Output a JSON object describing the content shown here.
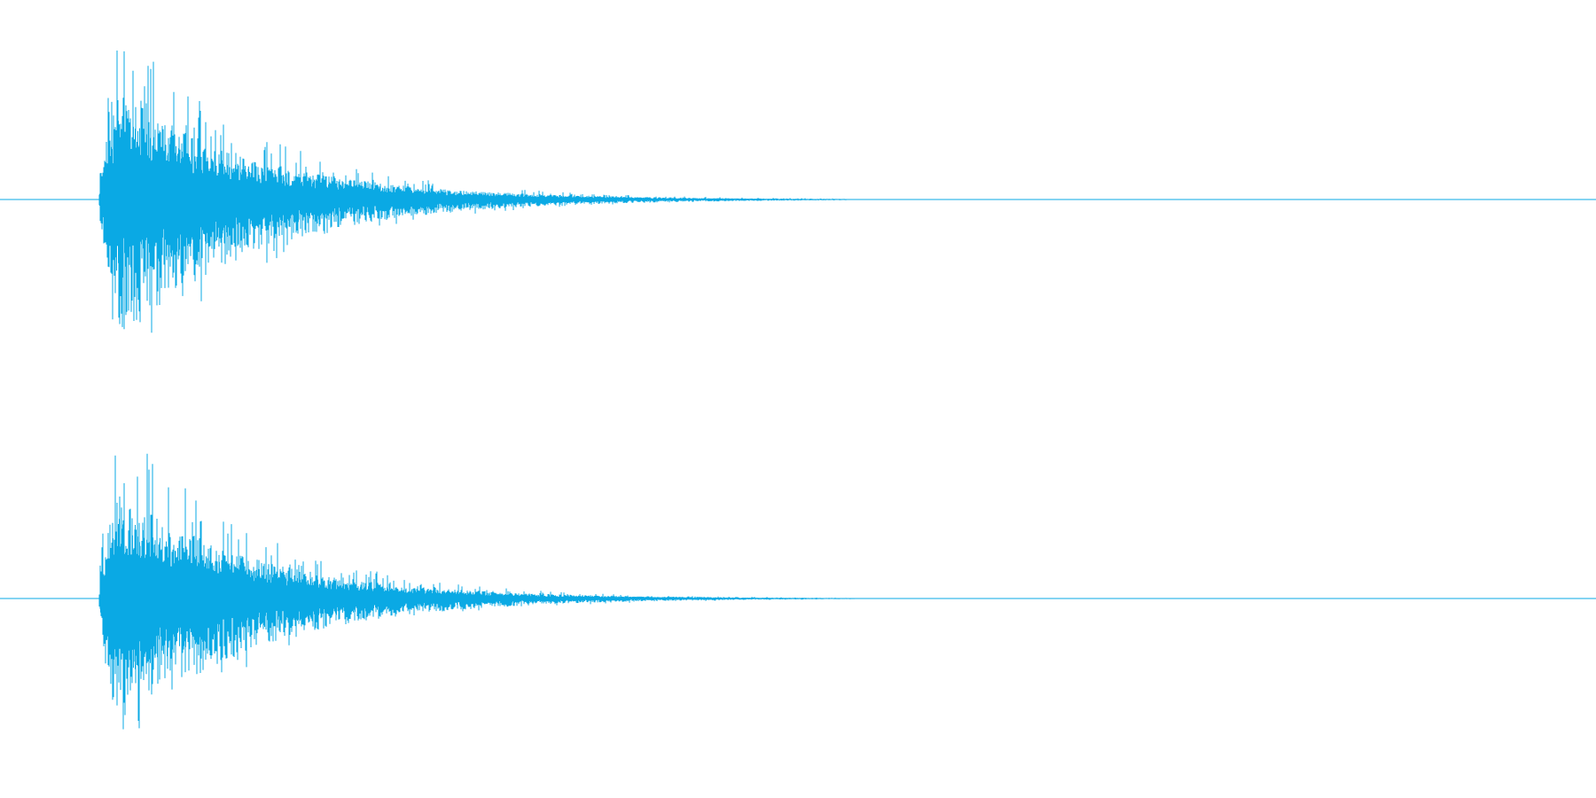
{
  "waveform": {
    "color": "#0aa9e4",
    "background": "#ffffff",
    "channels": [
      {
        "id": "channel-1",
        "peak_amplitude": 0.9,
        "envelope": {
          "onset_fraction": 0.062,
          "attack_peak_fraction": 0.075,
          "decay_rate": 5.2,
          "audible_end_fraction": 0.53
        }
      },
      {
        "id": "channel-2",
        "peak_amplitude": 0.9,
        "envelope": {
          "onset_fraction": 0.062,
          "attack_peak_fraction": 0.075,
          "decay_rate": 5.4,
          "audible_end_fraction": 0.535
        }
      }
    ]
  }
}
